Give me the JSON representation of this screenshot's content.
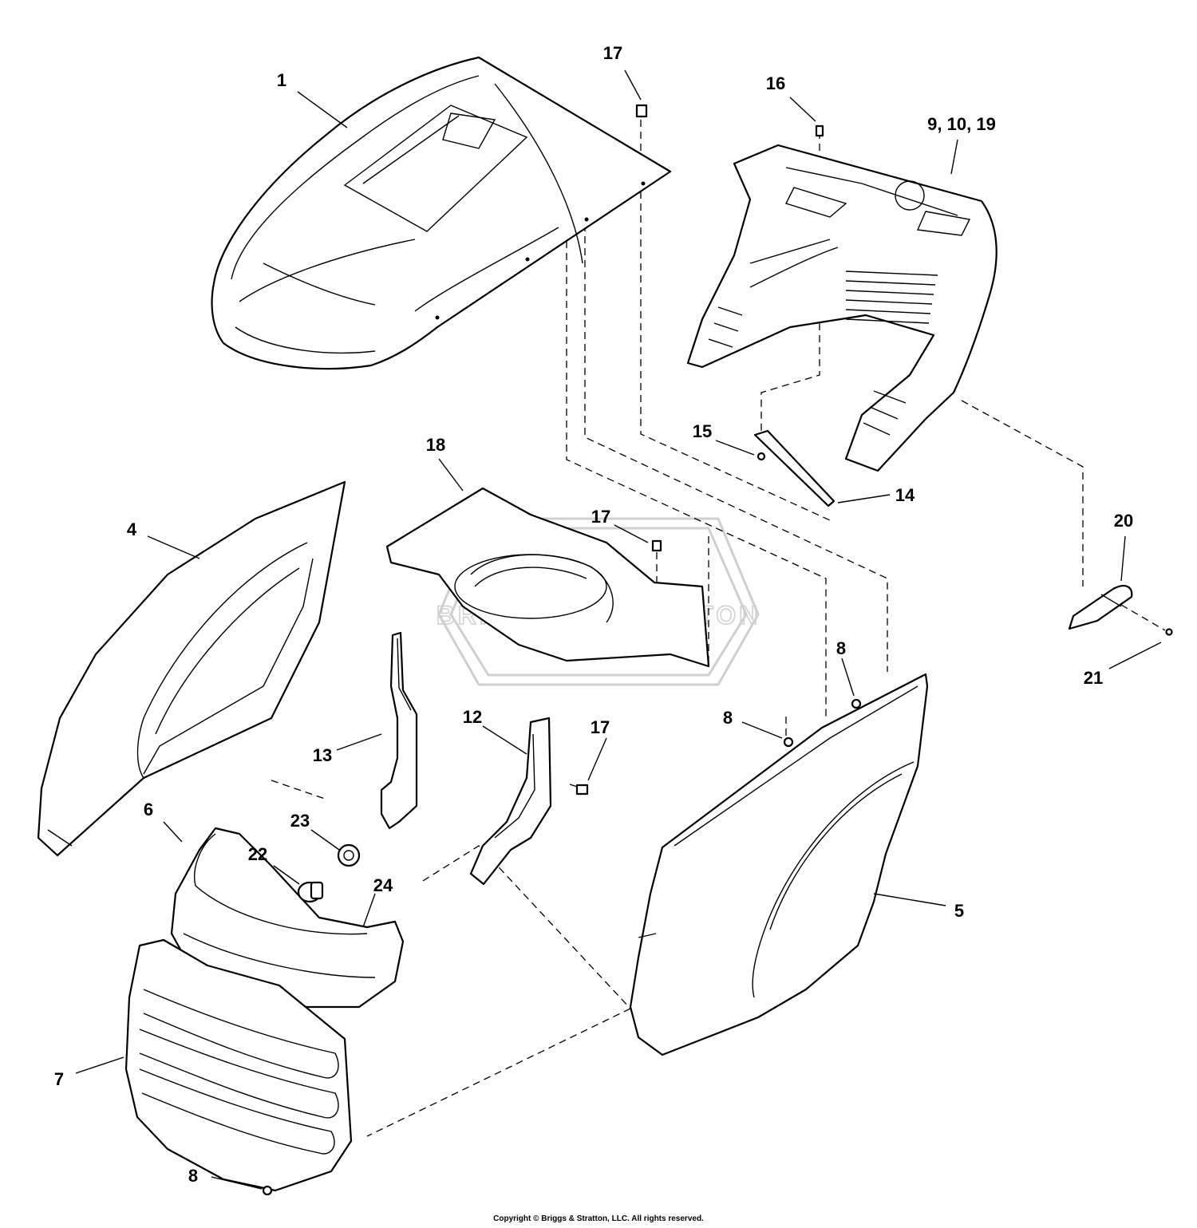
{
  "callouts": {
    "c1": "1",
    "c4": "4",
    "c5": "5",
    "c6": "6",
    "c7": "7",
    "c8a": "8",
    "c8b": "8",
    "c8c": "8",
    "c9": "9, 10, 19",
    "c12": "12",
    "c13": "13",
    "c14": "14",
    "c15": "15",
    "c16": "16",
    "c17a": "17",
    "c17b": "17",
    "c17c": "17",
    "c18": "18",
    "c20": "20",
    "c21": "21",
    "c22": "22",
    "c23": "23",
    "c24": "24"
  },
  "watermark": {
    "text": "BRIGGS & STRATTON"
  },
  "footer": {
    "copyright": "Copyright © Briggs & Stratton, LLC. All rights reserved."
  }
}
